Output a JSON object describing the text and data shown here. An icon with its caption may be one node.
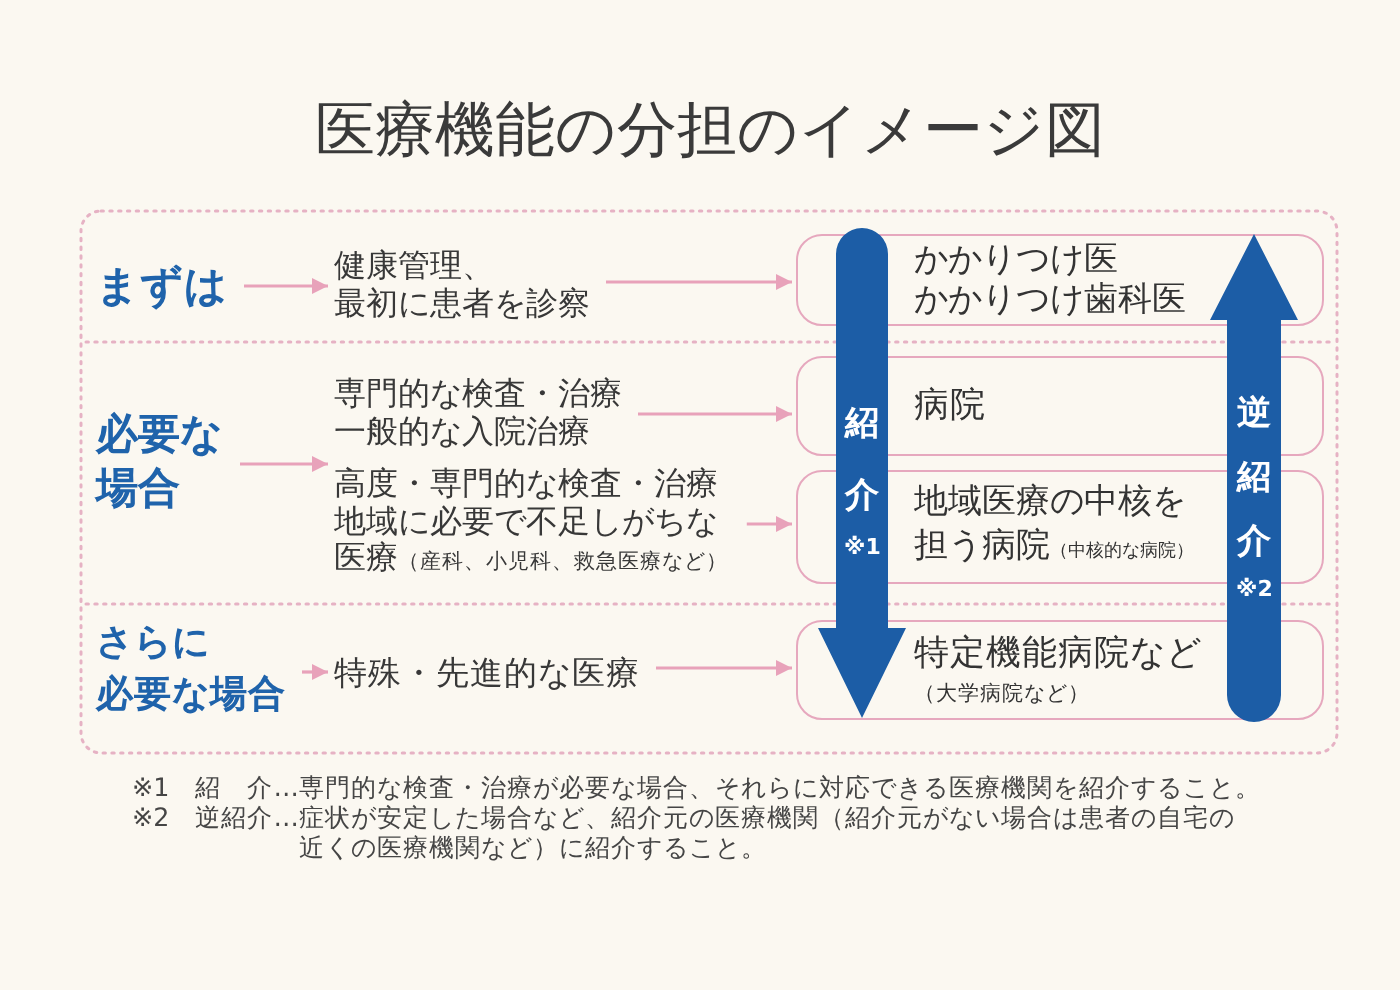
{
  "diagram": {
    "title": "医療機能の分担のイメージ図",
    "nodes": [
      {
        "text": [
          "まずは"
        ]
      },
      {
        "text": [
          "健康管理、",
          "最初に患者を診察"
        ]
      },
      {
        "text": [
          "かかりつけ医",
          "かかりつけ歯科医"
        ]
      },
      {
        "text": [
          "必要な場合"
        ]
      },
      {
        "text": [
          "専門的な検査・治療",
          "一般的な入院治療"
        ]
      },
      {
        "text": [
          "病院"
        ]
      },
      {
        "text": [
          "高度・専門的な検査・治療",
          "地域に必要で不足しがちな医療",
          "（産科、小児科、救急医療など）"
        ]
      },
      {
        "text": [
          "地域医療の中核を担う病院",
          "（中核的な病院）"
        ]
      },
      {
        "text": [
          "さらに",
          "必要な場合"
        ]
      },
      {
        "text": [
          "特殊・先進的な医療"
        ]
      },
      {
        "text": [
          "特定機能病院など",
          "（大学病院など）"
        ]
      },
      {
        "text": [
          "紹介$^{※1}$"
        ]
      },
      {
        "text": [
          "逆紹介$^{※2}$"
        ]
      }
    ],
    "edges": [
      {
        "from": 0,
        "to": 1,
        "arrow": "to"
      },
      {
        "from": 1,
        "to": 2,
        "arrow": "to"
      },
      {
        "from": 3,
        "to": 4,
        "arrow": "to"
      },
      {
        "from": 3,
        "to": 6,
        "arrow": "to"
      },
      {
        "from": 4,
        "to": 5,
        "arrow": "to"
      },
      {
        "from": 6,
        "to": 7,
        "arrow": "to"
      },
      {
        "from": 8,
        "to": 9,
        "arrow": "to"
      },
      {
        "from": 9,
        "to": 10,
        "arrow": "to"
      }
    ],
    "labels": [
      "※1　紹　介…専門的な検査・治療が必要な場合、それらに対応できる医療機関を紹介すること。",
      "※2　逆紹介…症状が安定した場合など、紹介元の医療機関（紹介元がない場合は患者の自宅の近くの医療機関など）に紹介すること。"
    ]
  }
}
